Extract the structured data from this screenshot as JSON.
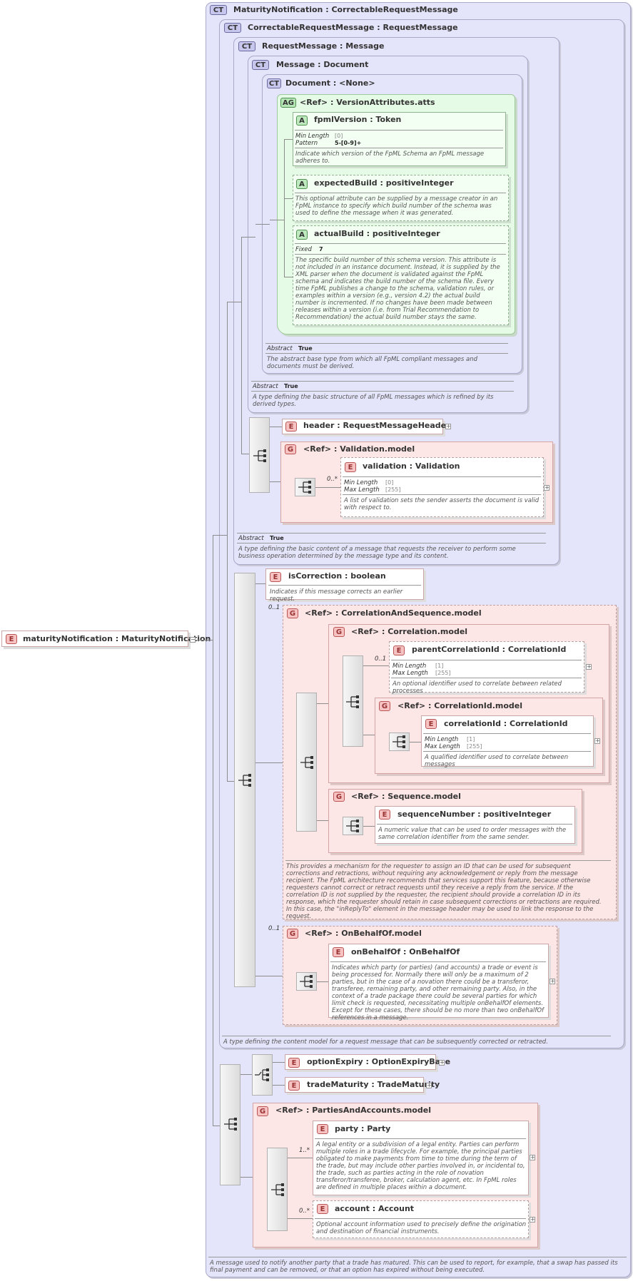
{
  "types": {
    "maturity_notification": "MaturityNotification : CorrectableRequestMessage",
    "correctable_request_message": "CorrectableRequestMessage : RequestMessage",
    "request_message": "RequestMessage : Message",
    "message": "Message : Document",
    "document": "Document : <None>"
  },
  "badges": {
    "ct": "CT",
    "ag": "AG",
    "a": "A",
    "e": "E",
    "g": "G"
  },
  "version_attrs": {
    "title": "<Ref>      : VersionAttributes.atts",
    "fpml_version": {
      "title": "fpmlVersion : Token",
      "min_label": "Min Length",
      "min": "[0]",
      "pattern_label": "Pattern",
      "pattern": "5-[0-9]+",
      "desc": "Indicate which version of the FpML Schema an FpML message adheres to."
    },
    "expected_build": {
      "title": "expectedBuild : positiveInteger",
      "desc": "This optional attribute can be supplied by a message creator in an FpML instance to specify which build number of the schema was used to define the message when it was generated."
    },
    "actual_build": {
      "title": "actualBuild : positiveInteger",
      "fixed_label": "Fixed",
      "fixed": "7",
      "desc": "The specific build number of this schema version. This attribute is not included in an instance document. Instead, it is supplied by the XML parser when the document is validated against the FpML schema and indicates the build number of the schema file. Every time FpML publishes a change to the schema, validation rules, or examples within a version (e.g., version 4.2) the actual build number is incremented. If no changes have been made between releases within a version (i.e. from Trial Recommendation to Recommendation) the actual build number stays the same."
    }
  },
  "document_info": {
    "abstract_label": "Abstract",
    "abstract": "True",
    "desc": "The abstract base type from which all FpML compliant messages and documents must be derived."
  },
  "message_info": {
    "abstract_label": "Abstract",
    "abstract": "True",
    "desc": "A type defining the basic structure of all FpML messages which is refined by its derived types."
  },
  "header": {
    "title": "header    : RequestMessageHeader"
  },
  "validation_model": {
    "title": "<Ref>      : Validation.model",
    "card": "0..*",
    "validation": {
      "title": "validation : Validation",
      "min_label": "Min Length",
      "min": "[0]",
      "max_label": "Max Length",
      "max": "[255]",
      "desc": "A list of validation sets the sender asserts the document is valid with respect to."
    }
  },
  "request_message_info": {
    "abstract_label": "Abstract",
    "abstract": "True",
    "desc": "A type defining the basic content of a message that requests the receiver to perform some business operation determined by the message type and its content."
  },
  "is_correction": {
    "title": "isCorrection : boolean",
    "desc": "Indicates if this message corrects an earlier request."
  },
  "correlation_and_sequence": {
    "title": "<Ref>      : CorrelationAndSequence.model",
    "card": "0..1",
    "desc": "This provides a mechanism for the requester to assign an ID that can be used for subsequent corrections and retractions, without requiring any acknowledgement or reply from the message recipient. The FpML architecture recommends that services support this feature, because otherwise requesters cannot correct or retract requests until they receive a reply from the service. If the correlation ID is not supplied by the requester, the recipient should provide a correlation ID in its response, which the requester should retain in case subsequent corrections or retractions are required. In this case, the \"inReplyTo\" element in the message header may be used to link the response to the request."
  },
  "correlation_model": {
    "title": "<Ref>      : Correlation.model"
  },
  "parent_correlation": {
    "title": "parentCorrelationId : CorrelationId",
    "card": "0..1",
    "min_label": "Min Length",
    "min": "[1]",
    "max_label": "Max Length",
    "max": "[255]",
    "desc": "An optional identifier used to correlate between related processes"
  },
  "correlation_id_model": {
    "title": "<Ref>       : CorrelationId.model"
  },
  "correlation_id": {
    "title": "correlationId : CorrelationId",
    "min_label": "Min Length",
    "min": "[1]",
    "max_label": "Max Length",
    "max": "[255]",
    "desc": "A qualified identifier used to correlate between messages"
  },
  "sequence_model": {
    "title": "<Ref>      : Sequence.model"
  },
  "sequence_number": {
    "title": "sequenceNumber : positiveInteger",
    "desc": "A numeric value that can be used to order messages with the same correlation identifier from the same sender."
  },
  "on_behalf_of_model": {
    "title": "<Ref>      : OnBehalfOf.model",
    "card": "0..1"
  },
  "on_behalf_of": {
    "title": "onBehalfOf : OnBehalfOf",
    "desc": "Indicates which party (or parties) (and accounts) a trade or event is being processed for. Normally there will only be a maximum of 2 parties, but in the case of a novation there could be a transferor, transferee, remaining party, and other remaining party. Also, in the context of a trade package there could be several parties for which limit check is requested, necessitating multiple onBehalfOf elements. Except for these cases, there should be no more than two onBehalfOf references in a message."
  },
  "crm_info": {
    "desc": "A type defining the content model for a request message that can be subsequently corrected or retracted."
  },
  "option_expiry": {
    "title": "optionExpiry : OptionExpiryBase"
  },
  "trade_maturity": {
    "title": "tradeMaturity : TradeMaturity"
  },
  "parties_and_accounts": {
    "title": "<Ref>      : PartiesAndAccounts.model"
  },
  "party": {
    "title": "party       : Party",
    "card": "1..*",
    "desc": "A legal entity or a subdivision of a legal entity. Parties can perform multiple roles in a trade lifecycle. For example, the principal parties obligated to make payments from time to time during the term of the trade, but may include other parties involved in, or incidental to, the trade, such as parties acting in the role of novation transferor/transferee, broker, calculation agent, etc. In FpML roles are defined in multiple places within a document."
  },
  "account": {
    "title": "account   : Account",
    "card": "0..*",
    "desc": "Optional account information used to precisely define the origination and destination of financial instruments."
  },
  "root_element": {
    "title": "maturityNotification : MaturityNotification"
  },
  "maturity_info": {
    "desc": "A message used to notify another party that a trade has matured. This can be used to report, for example, that a swap has passed its final payment and can be removed, or that an option has expired without being executed."
  }
}
